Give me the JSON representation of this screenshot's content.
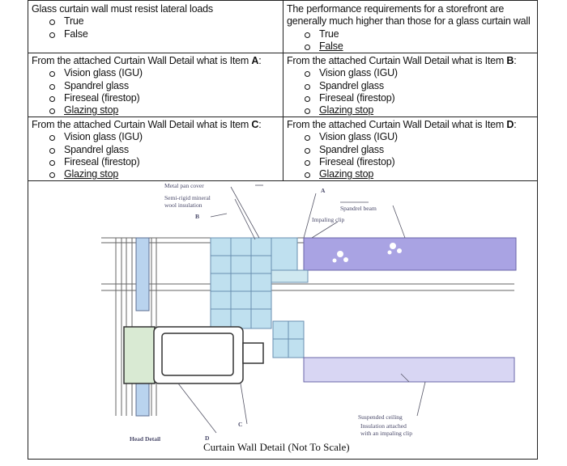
{
  "questions": [
    {
      "prompt": "Glass curtain wall must resist lateral loads",
      "options": [
        "True",
        "False"
      ]
    },
    {
      "prompt": "The performance requirements for a storefront are generally much higher than those for a glass curtain wall",
      "options": [
        "True",
        "False"
      ]
    },
    {
      "prompt_prefix": "From the attached Curtain Wall Detail what is Item ",
      "item": "A",
      "options": [
        "Vision glass (IGU)",
        "Spandrel glass",
        "Fireseal (firestop)",
        "Glazing stop"
      ]
    },
    {
      "prompt_prefix": "From the attached Curtain Wall Detail what is Item ",
      "item": "B",
      "options": [
        "Vision glass (IGU)",
        "Spandrel glass",
        "Fireseal (firestop)",
        "Glazing stop"
      ]
    },
    {
      "prompt_prefix": "From the attached Curtain Wall Detail what is Item ",
      "item": "C",
      "options": [
        "Vision glass (IGU)",
        "Spandrel glass",
        "Fireseal (firestop)",
        "Glazing stop"
      ]
    },
    {
      "prompt_prefix": "From the attached Curtain Wall Detail what is Item ",
      "item": "D",
      "options": [
        "Vision glass (IGU)",
        "Spandrel glass",
        "Fireseal (firestop)",
        "Glazing stop"
      ]
    }
  ],
  "diagram": {
    "labels": {
      "metal_pan": "Metal pan cover",
      "mineral_wool_1": "Semi-rigid mineral",
      "mineral_wool_2": "wool insulation",
      "item_b": "B",
      "item_a": "A",
      "spandrel_beam": "Spandrel beam",
      "impaling_clip": "Impaling clip",
      "suspended_ceiling": "Suspended ceiling",
      "insulation_1": "Insulation attached",
      "insulation_2": "with an impaling clip",
      "item_c": "C",
      "item_d": "D",
      "head_detail": "Head Detail"
    },
    "caption": "Curtain Wall Detail (Not To Scale)"
  }
}
